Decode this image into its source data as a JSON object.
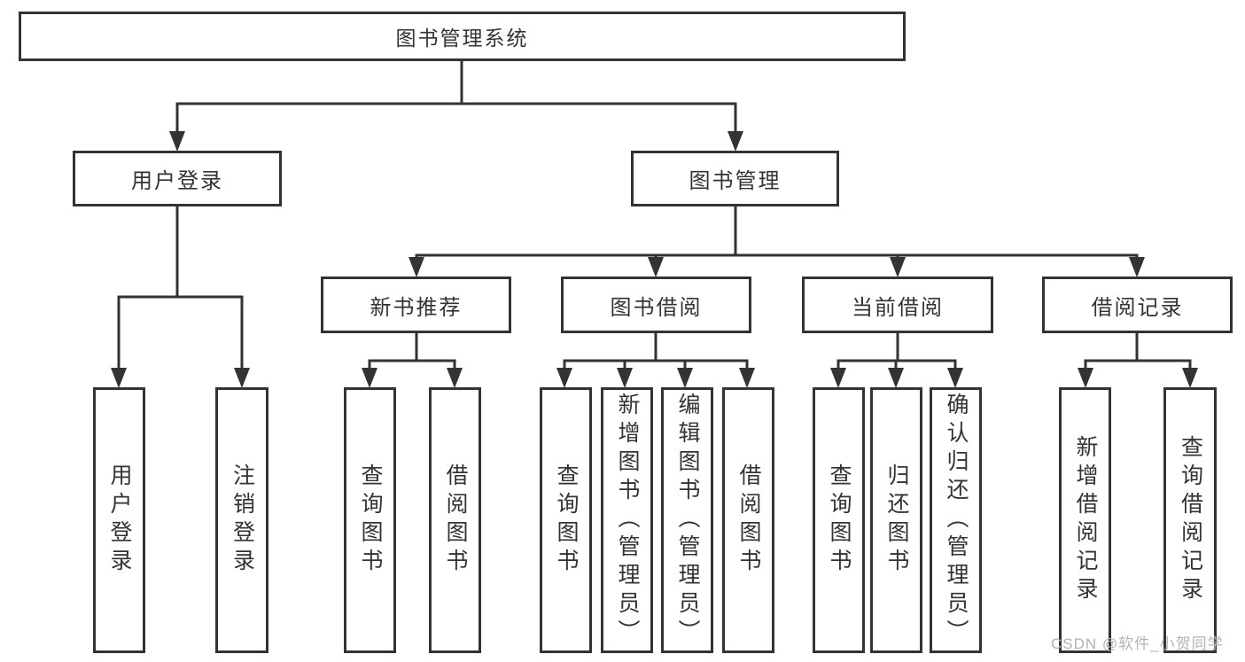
{
  "diagram_type": "hierarchy",
  "tree": {
    "label": "图书管理系统",
    "children": [
      {
        "label": "用户登录",
        "children": [
          {
            "label": "用户登录"
          },
          {
            "label": "注销登录"
          }
        ]
      },
      {
        "label": "图书管理",
        "children": [
          {
            "label": "新书推荐",
            "children": [
              {
                "label": "查询图书"
              },
              {
                "label": "借阅图书"
              }
            ]
          },
          {
            "label": "图书借阅",
            "children": [
              {
                "label": "查询图书"
              },
              {
                "label": "新增图书（管理员）"
              },
              {
                "label": "编辑图书（管理员）"
              },
              {
                "label": "借阅图书"
              }
            ]
          },
          {
            "label": "当前借阅",
            "children": [
              {
                "label": "查询图书"
              },
              {
                "label": "归还图书"
              },
              {
                "label": "确认归还（管理员）"
              }
            ]
          },
          {
            "label": "借阅记录",
            "children": [
              {
                "label": "新增借阅记录"
              },
              {
                "label": "查询借阅记录"
              }
            ]
          }
        ]
      }
    ]
  },
  "watermark": "CSDN @软件_小贺同学",
  "colors": {
    "line": "#333333",
    "text": "#333333",
    "watermark": "#b3b3b3",
    "background": "#ffffff"
  }
}
